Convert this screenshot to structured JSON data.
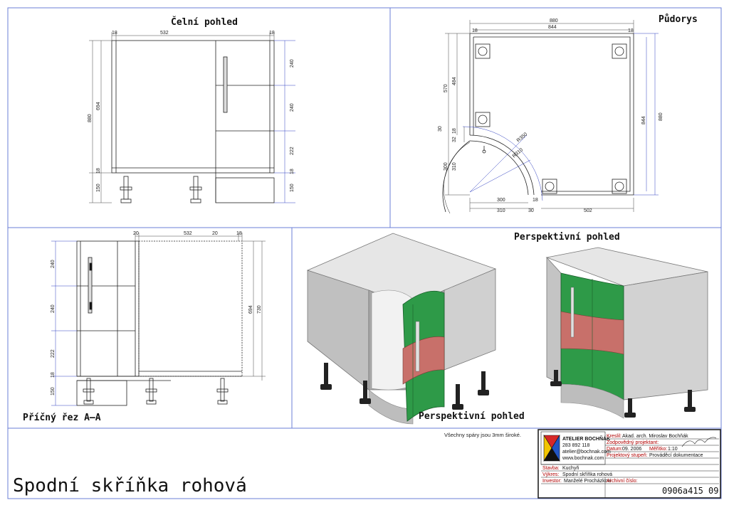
{
  "titles": {
    "front": "Čelní pohled",
    "plan": "Půdorys",
    "section": "Příčný řez A–A",
    "persp1": "Perspektivní pohled",
    "persp2": "Perspektivní pohled"
  },
  "front_dims": {
    "top": [
      "18",
      "532",
      "18"
    ],
    "left": [
      "880",
      "694",
      "18",
      "150"
    ],
    "right": [
      "240",
      "240",
      "222",
      "18",
      "150"
    ]
  },
  "plan_dims": {
    "top": [
      "880",
      "844",
      "18",
      "18"
    ],
    "left": [
      "570",
      "484",
      "30",
      "18",
      "32",
      "300",
      "310"
    ],
    "right": [
      "844",
      "880"
    ],
    "radii": [
      "R350",
      "R310"
    ],
    "bottom": [
      "300",
      "310",
      "30",
      "502",
      "18"
    ]
  },
  "section_dims": {
    "top": [
      "20",
      "532",
      "20",
      "18"
    ],
    "left": [
      "240",
      "240",
      "222",
      "18",
      "150"
    ],
    "right": [
      "694",
      "730"
    ]
  },
  "note": "Všechny spáry jsou 3mm široké.",
  "main_title": "Spodní skříňka rohová",
  "title_block": {
    "company": "ATELIER BOCHŇÁK",
    "phone": "283 892 118",
    "email": "atelier@bochnak.com",
    "web": "www.bochnak.com",
    "rows": [
      {
        "label": "Kreslil:",
        "value": "Akad. arch. Miroslav Bochňák"
      },
      {
        "label": "Zodpovědný projektant:",
        "value": ""
      },
      {
        "label": "Datum:",
        "value": "09. 2006"
      },
      {
        "label": "Měřítko:",
        "value": "1:10"
      },
      {
        "label": "Projektový stupeň:",
        "value": "Prováděcí dokumentace"
      }
    ],
    "stavba_label": "Stavba:",
    "stavba": "Kuchyň",
    "vykres_label": "Výkres:",
    "vykres": "Spodní skříňka rohová",
    "investor_label": "Investor:",
    "investor": "Manželé Procházkovi",
    "archiv_label": "Archivní číslo:",
    "archiv": "0906a415 09"
  },
  "colors": {
    "door_green": "#2e9a48",
    "door_red": "#c8706a",
    "body_grey": "#c8c8c8",
    "frame_blue": "#6b7fd7"
  }
}
